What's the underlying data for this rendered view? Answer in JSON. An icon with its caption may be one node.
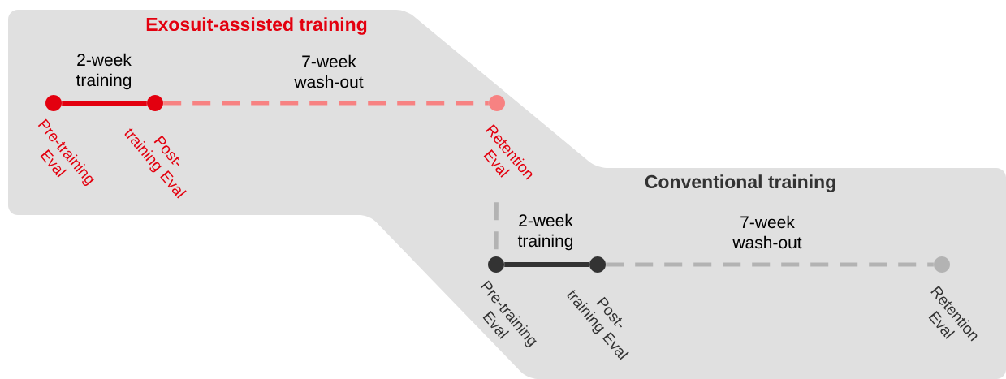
{
  "diagram": {
    "nodes": [
      {
        "text": [],
        "shape": "circle",
        "beside": [
          "Pre-training Eval"
        ]
      },
      {
        "text": [],
        "shape": "circle",
        "beside": [
          "Post-training Eval"
        ]
      },
      {
        "text": [],
        "shape": "circle",
        "beside": [
          "Retention Eval"
        ]
      },
      {
        "text": [],
        "shape": "circle",
        "beside": [
          "Pre-training Eval"
        ]
      },
      {
        "text": [],
        "shape": "circle",
        "beside": [
          "Post-training Eval"
        ]
      },
      {
        "text": [],
        "shape": "circle",
        "beside": [
          "Retention Eval"
        ]
      }
    ],
    "edges": [
      {
        "from": 0,
        "to": 1,
        "arrow": "none",
        "label": "2-week training",
        "color": "#e3000f"
      },
      {
        "from": 1,
        "to": 2,
        "arrow": "none",
        "label": "7-week wash-out",
        "style": "dashed",
        "color": "#f78282"
      },
      {
        "from": 2,
        "to": 3,
        "arrow": "none",
        "style": "dashed",
        "color": "#b3b3b3"
      },
      {
        "from": 3,
        "to": 4,
        "arrow": "none",
        "label": "2-week training",
        "color": "#333333"
      },
      {
        "from": 4,
        "to": 5,
        "arrow": "none",
        "label": "7-week wash-out",
        "style": "dashed",
        "color": "#b3b3b3"
      }
    ],
    "labels": [
      "Exosuit-assisted training",
      "Conventional training"
    ]
  }
}
